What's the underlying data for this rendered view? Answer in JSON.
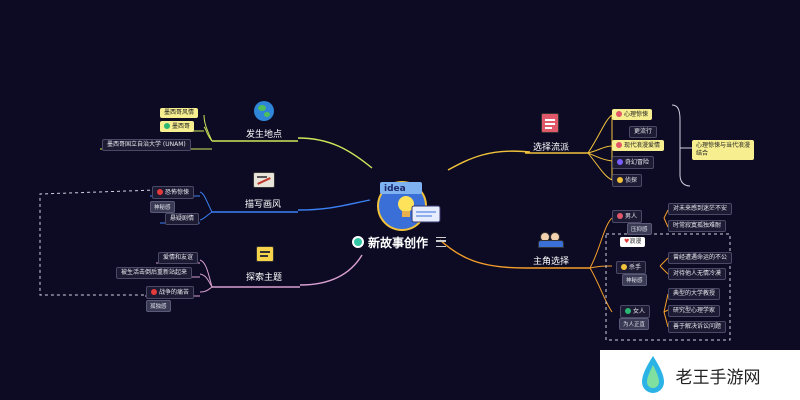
{
  "center": {
    "title": "新故事创作"
  },
  "branches": {
    "location": {
      "label": "发生地点",
      "items": [
        "墨西哥风情",
        "墨西哥",
        "墨西哥国立自治大学 (UNAM)"
      ]
    },
    "style": {
      "label": "描写画风",
      "items": [
        "恐怖惊悚",
        "神秘感",
        "悬疑剧情"
      ]
    },
    "theme": {
      "label": "探索主题",
      "items": [
        "爱情和友谊",
        "被生活击倒后重新站起来",
        "战争的痛苦",
        "孤独感"
      ]
    },
    "genre": {
      "label": "选择流派",
      "items": [
        "心理惊悚",
        "更流行",
        "现代浪漫爱情",
        "奇幻冒险",
        "侦探"
      ],
      "summary": "心理惊悚与当代浪漫结合"
    },
    "roles": {
      "label": "主角选择",
      "male": {
        "label": "男人",
        "tag": "压抑感",
        "traits": [
          "对未来感到迷茫不安",
          "时常寂寞孤独难耐"
        ]
      },
      "romance": "浪漫",
      "killer": {
        "label": "杀手",
        "tag": "神秘感",
        "traits": [
          "曾经遭遇命运的不公",
          "对待他人无情冷漠"
        ]
      },
      "female": {
        "label": "女人",
        "tag": "为人正直",
        "traits": [
          "典型的大学教授",
          "研究型心理学家",
          "善于解决诉讼问题"
        ]
      }
    }
  },
  "watermark": {
    "text": "老王手游网"
  },
  "colors": {
    "background": "#0d0b24",
    "branch_green": "#cfe65a",
    "branch_blue": "#3b82f6",
    "branch_pink": "#d8a0d0",
    "branch_yellow": "#f2c23a",
    "branch_orange": "#f59e2a",
    "tag_yellow": "#f6ee8f"
  }
}
